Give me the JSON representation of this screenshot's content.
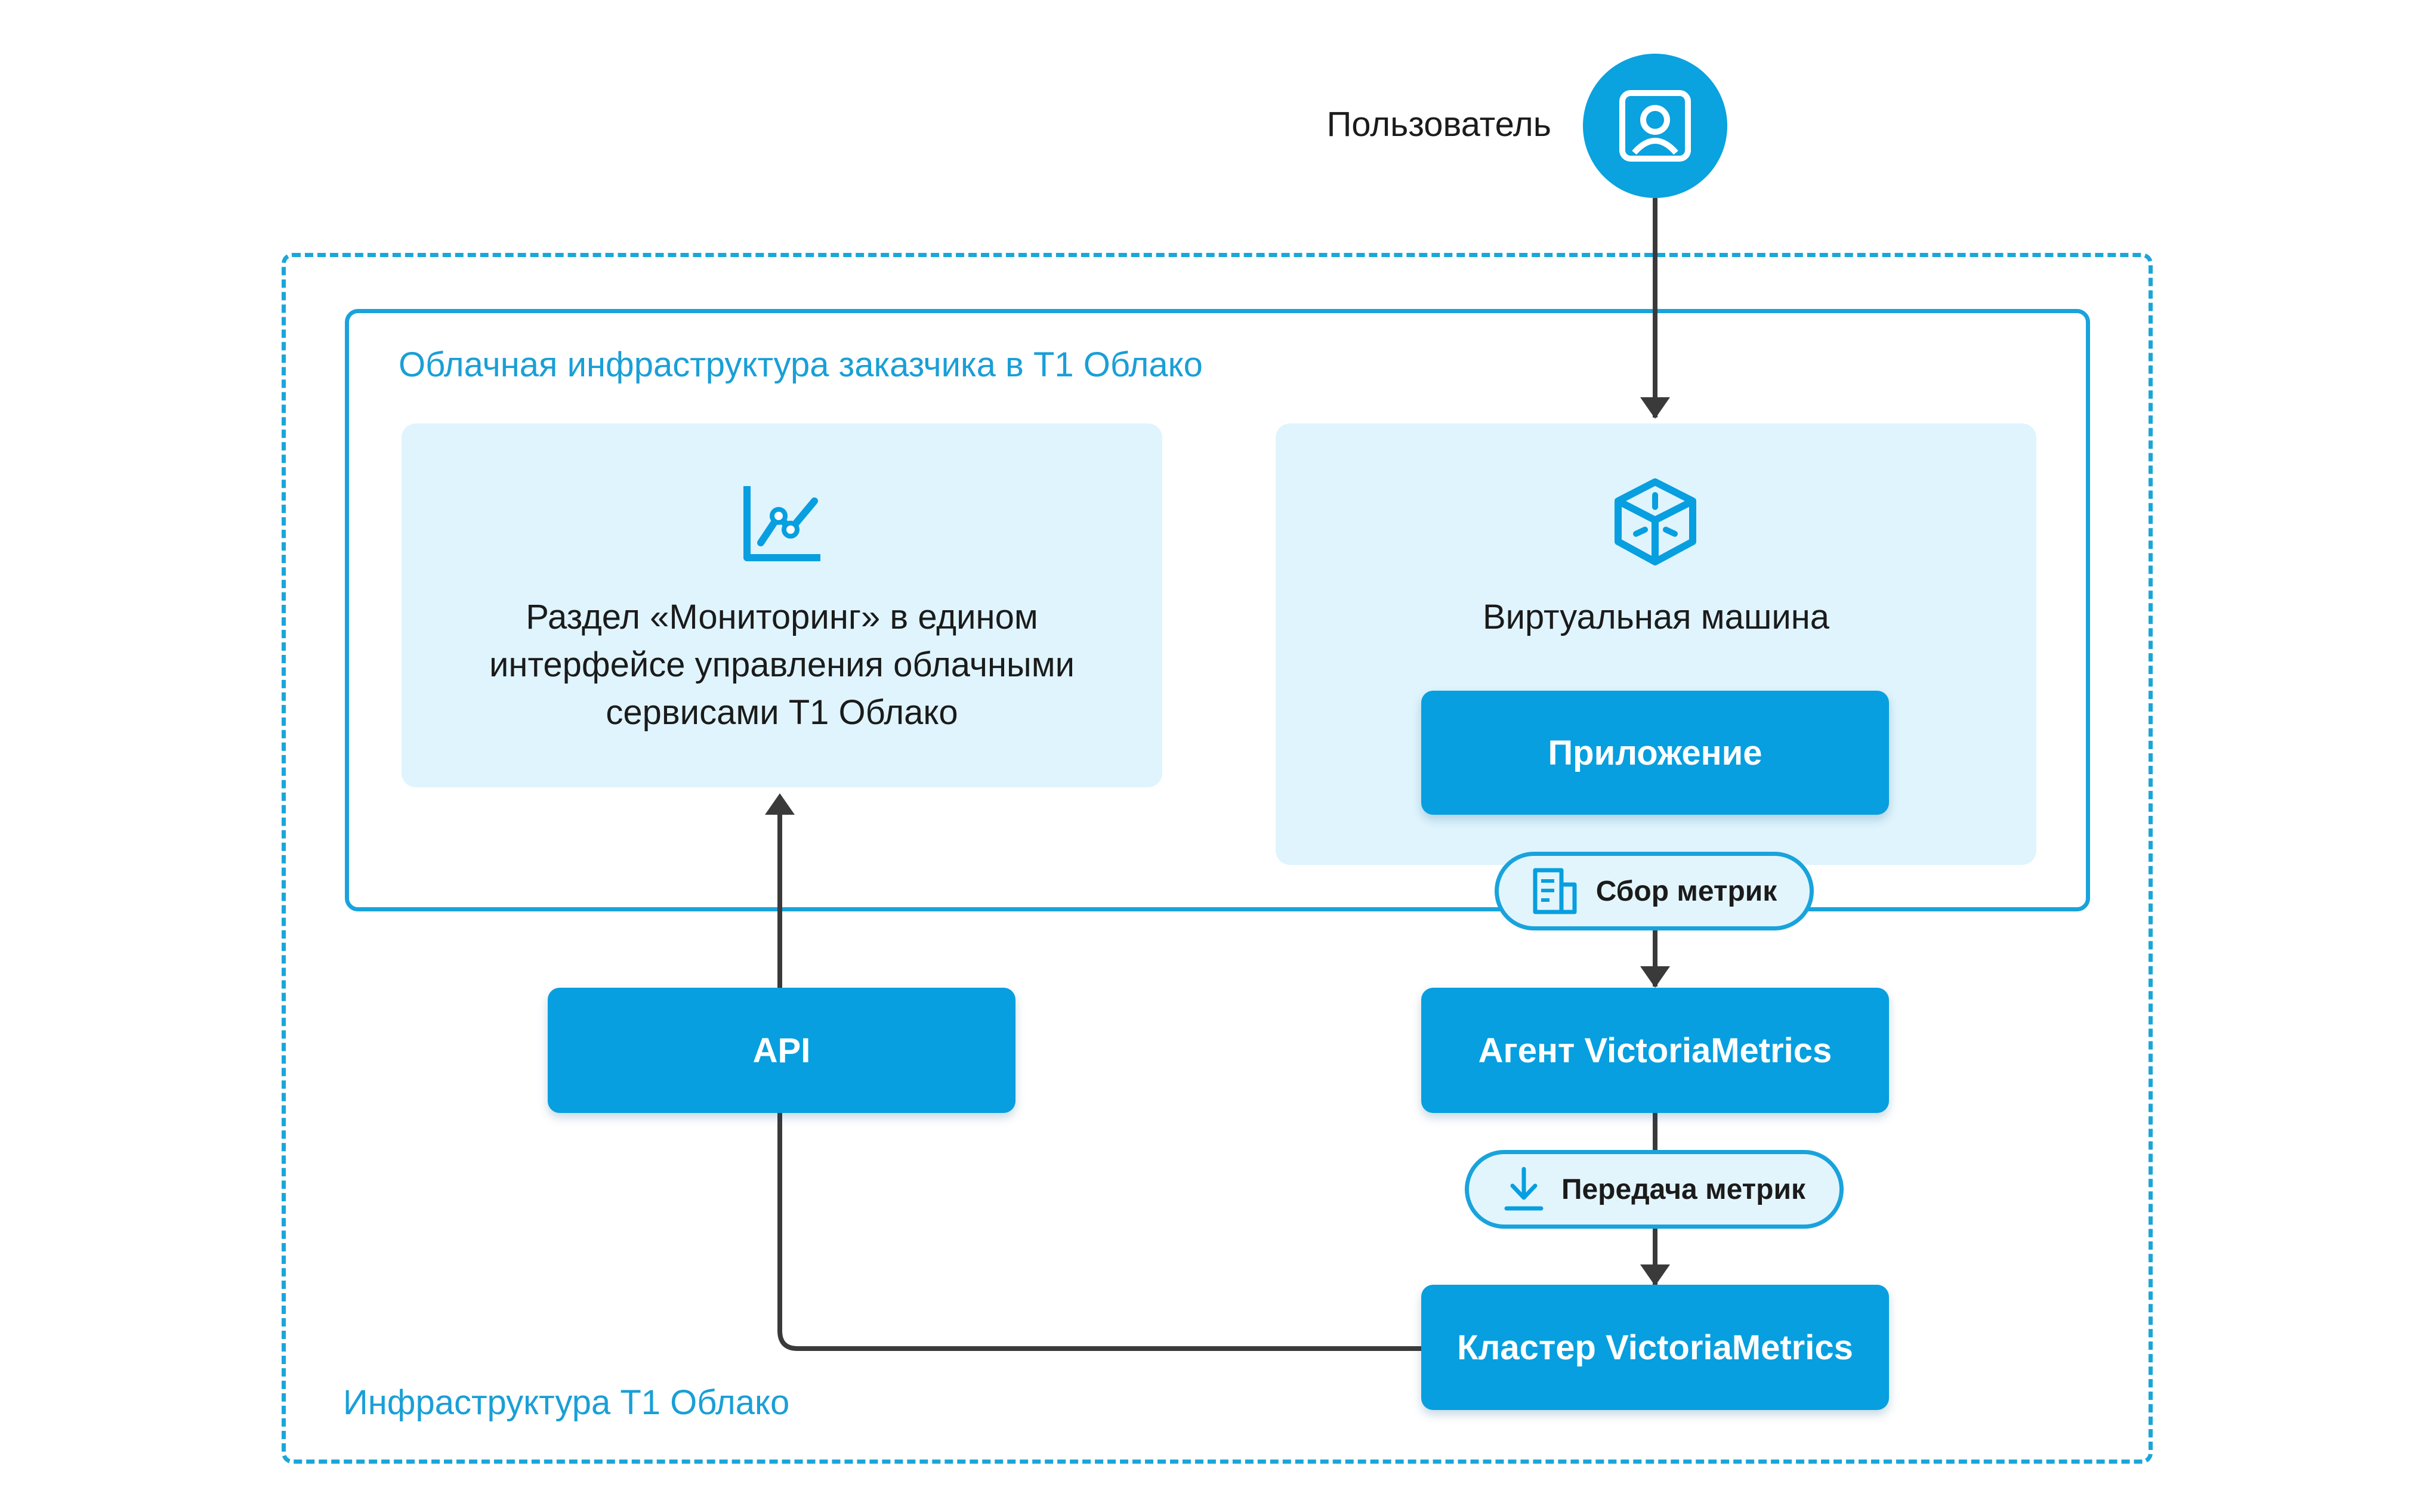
{
  "user": {
    "label": "Пользователь",
    "icon": "user-icon"
  },
  "zones": {
    "outer": {
      "label": "Инфраструктура Т1 Облако"
    },
    "inner": {
      "label": "Облачная инфраструктура заказчика в Т1 Облако"
    }
  },
  "panels": {
    "monitoring": {
      "icon": "line-chart-icon",
      "lines": [
        "Раздел «Мониторинг» в едином",
        "интерфейсе управления облачными",
        "сервисами Т1 Облако"
      ]
    },
    "vm": {
      "icon": "cube-icon",
      "label": "Виртуальная машина"
    }
  },
  "boxes": {
    "app": "Приложение",
    "api": "API",
    "agent": "Агент VictoriaMetrics",
    "cluster": "Кластер VictoriaMetrics"
  },
  "pills": {
    "collect": {
      "label": "Сбор метрик",
      "icon": "document-icon"
    },
    "transfer": {
      "label": "Передача метрик",
      "icon": "download-icon"
    }
  },
  "colors": {
    "accent": "#079fdf",
    "panel_bg": "#dff4fd",
    "line": "#3a3a3a",
    "text": "#1b1b1b",
    "zone_text": "#1a9fd6"
  }
}
